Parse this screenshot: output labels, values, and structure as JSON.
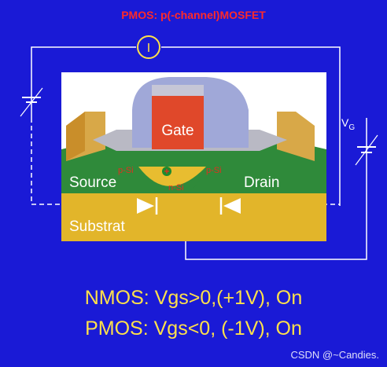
{
  "title": "PMOS: p(-channel)MOSFET",
  "meter_label": "I",
  "vg_label": "V",
  "vg_subscript": "G",
  "gate_label": "Gate",
  "source_label": "Source",
  "drain_label": "Drain",
  "p_si_left": "p-Si",
  "p_si_right": "p-Si",
  "hole_symbol": "+",
  "n_si_label": "n-Si",
  "substrate_label": "Substrat",
  "nmos_line": "NMOS: Vgs>0,(+1V), On",
  "pmos_line": "PMOS: Vgs<0, (-1V), On",
  "watermark": "CSDN @~Candies.",
  "colors": {
    "background": "#1a1ad6",
    "title": "#ff2a2a",
    "bottom_text": "#ffe14a",
    "gate": "#e0482a",
    "gate_spacer": "#a0a8d8",
    "source_drain": "#2f8a3a",
    "substrate": "#e2b52a"
  }
}
